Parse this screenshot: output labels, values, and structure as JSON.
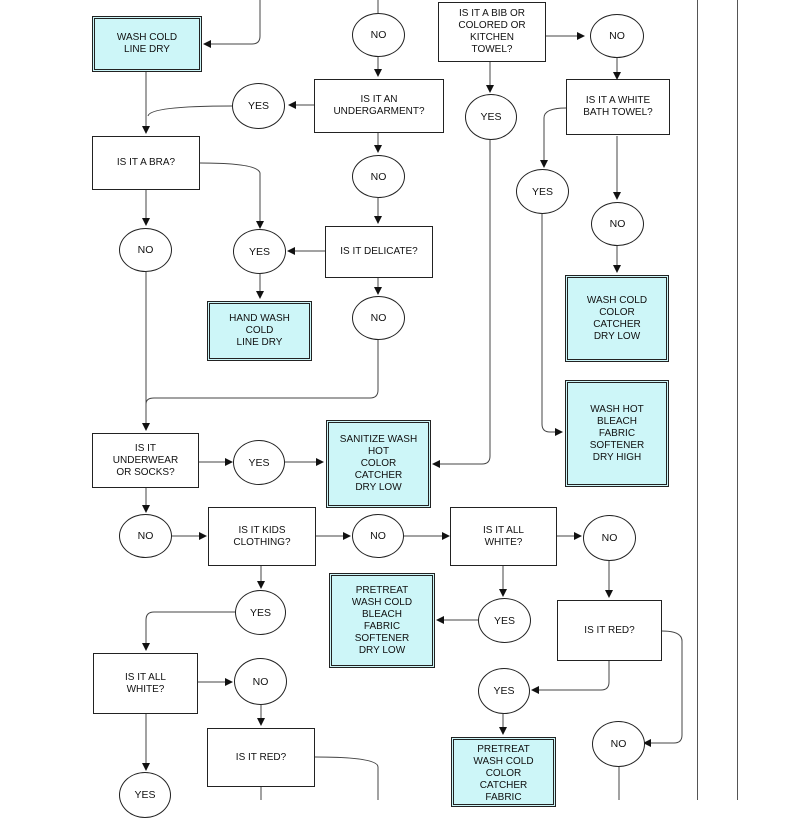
{
  "yes": "YES",
  "no": "NO",
  "nodes": {
    "wash_cold_line_dry": "WASH COLD\nLINE DRY",
    "is_undergarment": "IS IT AN\nUNDERGARMENT?",
    "is_bib": "IS IT A BIB OR\nCOLORED OR\nKITCHEN\nTOWEL?",
    "is_white_bath_towel": "IS IT A WHITE\nBATH TOWEL?",
    "is_bra": "IS IT A BRA?",
    "is_delicate": "IS IT DELICATE?",
    "hand_wash": "HAND WASH\nCOLD\nLINE DRY",
    "wash_cold_color_catcher": "WASH COLD\nCOLOR\nCATCHER\nDRY LOW",
    "wash_hot_bleach": "WASH HOT\nBLEACH\nFABRIC\nSOFTENER\nDRY HIGH",
    "is_underwear_socks": "IS IT\nUNDERWEAR\nOR SOCKS?",
    "sanitize_wash": "SANITIZE WASH\nHOT\nCOLOR\nCATCHER\nDRY LOW",
    "is_kids_clothing": "IS IT KIDS\nCLOTHING?",
    "is_all_white_1": "IS IT ALL\nWHITE?",
    "pretreat_bleach": "PRETREAT\nWASH COLD\nBLEACH\nFABRIC\nSOFTENER\nDRY LOW",
    "is_red_1": "IS IT RED?",
    "is_all_white_2": "IS IT ALL\nWHITE?",
    "is_red_2": "IS IT RED?",
    "pretreat_color_catcher": "PRETREAT\nWASH COLD\nCOLOR\nCATCHER\nFABRIC"
  }
}
